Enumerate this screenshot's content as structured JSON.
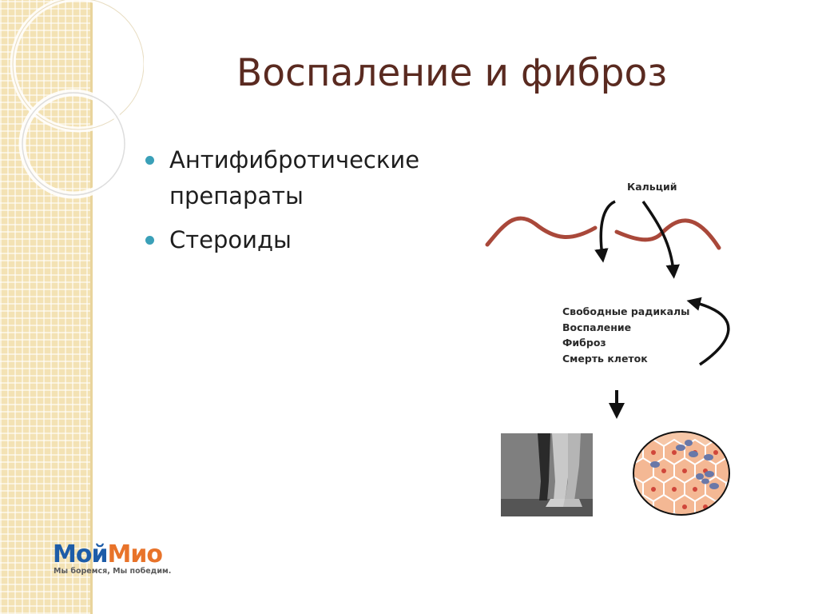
{
  "slide": {
    "title": "Воспаление и фиброз",
    "bullets": [
      {
        "text": "Антифибротические препараты"
      },
      {
        "text": "Стероиды"
      }
    ]
  },
  "diagram": {
    "calcium_label": "Кальций",
    "effects": [
      "Свободные радикалы",
      "Воспаление",
      "Фиброз",
      "Смерть клеток"
    ],
    "photo_icon": "legs-photo",
    "cells_icon": "muscle-cells-icon"
  },
  "logo": {
    "part1": "Мой",
    "part2": "Мио",
    "tagline": "Мы боремся, Мы победим."
  },
  "colors": {
    "title": "#5a2a20",
    "bullet": "#3aa0b8",
    "membrane": "#a9483a",
    "logo_blue": "#1d5ca8",
    "logo_orange": "#e8732a",
    "side_strip": "#f3e2b4"
  }
}
